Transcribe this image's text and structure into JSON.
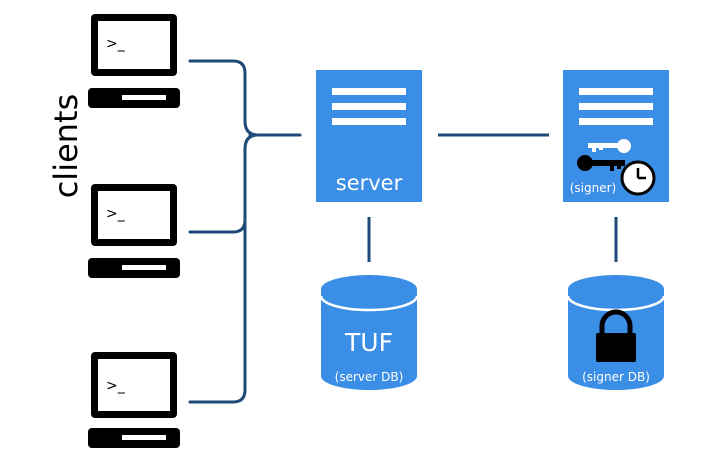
{
  "clients_label": "clients",
  "clients": [
    {
      "prompt": ">_"
    },
    {
      "prompt": ">_"
    },
    {
      "prompt": ">_"
    }
  ],
  "server": {
    "label": "server"
  },
  "signer": {
    "label": "(signer)"
  },
  "server_db": {
    "title": "TUF",
    "subtitle": "(server DB)"
  },
  "signer_db": {
    "subtitle": "(signer DB)"
  },
  "colors": {
    "blue": "#3a8ee6",
    "blue_top": "#4a9bef",
    "blue_dark": "#2d77c9",
    "line": "#1e4a78",
    "terminal": "#000000",
    "white": "#ffffff"
  },
  "icons": {
    "terminal": "terminal-icon",
    "keys": "key-icon",
    "clock": "clock-icon",
    "lock": "padlock-icon"
  }
}
